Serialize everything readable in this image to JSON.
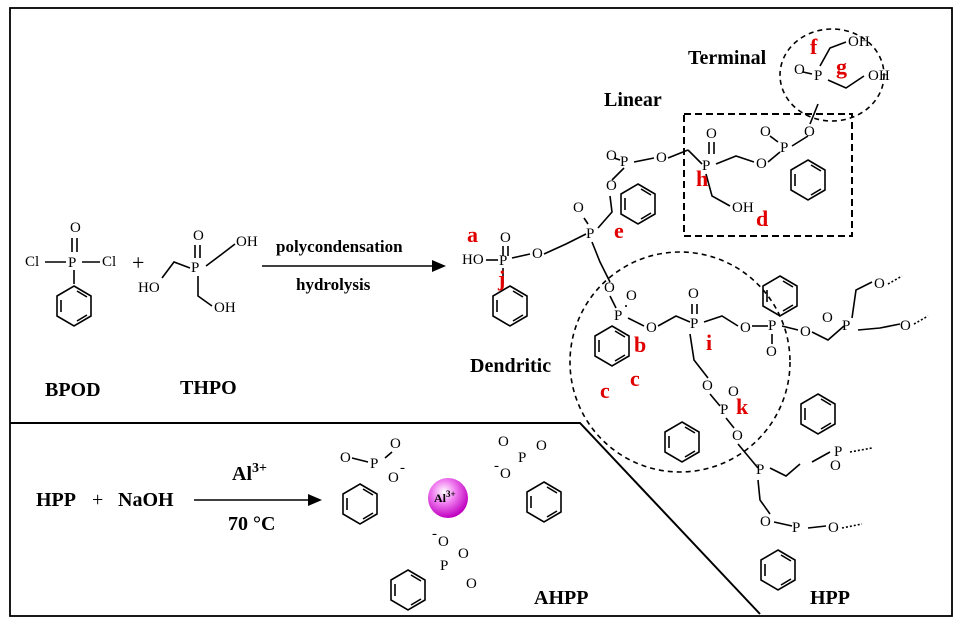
{
  "reagents": {
    "bpod": "BPOD",
    "thpo": "THPO",
    "plus": "+"
  },
  "conditions": {
    "top": "polycondensation",
    "bottom": "hydrolysis"
  },
  "regions": {
    "terminal": "Terminal",
    "linear": "Linear",
    "dendritic": "Dendritic"
  },
  "labels": [
    "a",
    "b",
    "c",
    "c",
    "d",
    "e",
    "f",
    "g",
    "h",
    "i",
    "j",
    "k"
  ],
  "bottom": {
    "hpp": "HPP",
    "plus": "+",
    "naoh": "NaOH",
    "ion": "Al",
    "ion_charge": "3+",
    "temp": "70 °C",
    "ahpp": "AHPP"
  },
  "product": "HPP",
  "atoms": {
    "cl": "Cl",
    "p": "P",
    "o": "O",
    "oh": "OH",
    "ho": "HO",
    "o_minus": "-"
  },
  "colors": {
    "label": "#e10000",
    "al_sphere": "#e000e0"
  }
}
